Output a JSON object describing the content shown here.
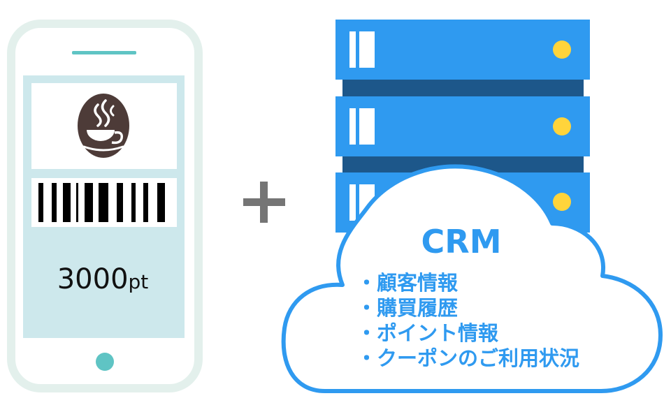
{
  "phone": {
    "points_value": "3000",
    "points_unit": "pt"
  },
  "crm": {
    "title": "CRM",
    "items": [
      "・顧客情報",
      "・購買履歴",
      "・ポイント情報",
      "・クーポンのご利用状況"
    ]
  },
  "colors": {
    "phone_frame": "#e3f0ec",
    "phone_screen": "#cde8ec",
    "phone_accent": "#5fc4c4",
    "coffee_bean": "#4d3b38",
    "plus_sign": "#757575",
    "server_blue": "#2f9af0",
    "server_dark": "#1d578a",
    "server_light": "#ffd43b",
    "cloud_outline": "#2f9af0",
    "crm_text": "#2f9af0"
  },
  "icons": {
    "coffee": "coffee-bean-cup-icon",
    "barcode": "barcode-icon",
    "plus": "plus-icon",
    "server": "server-rack-icon",
    "cloud": "cloud-icon"
  }
}
